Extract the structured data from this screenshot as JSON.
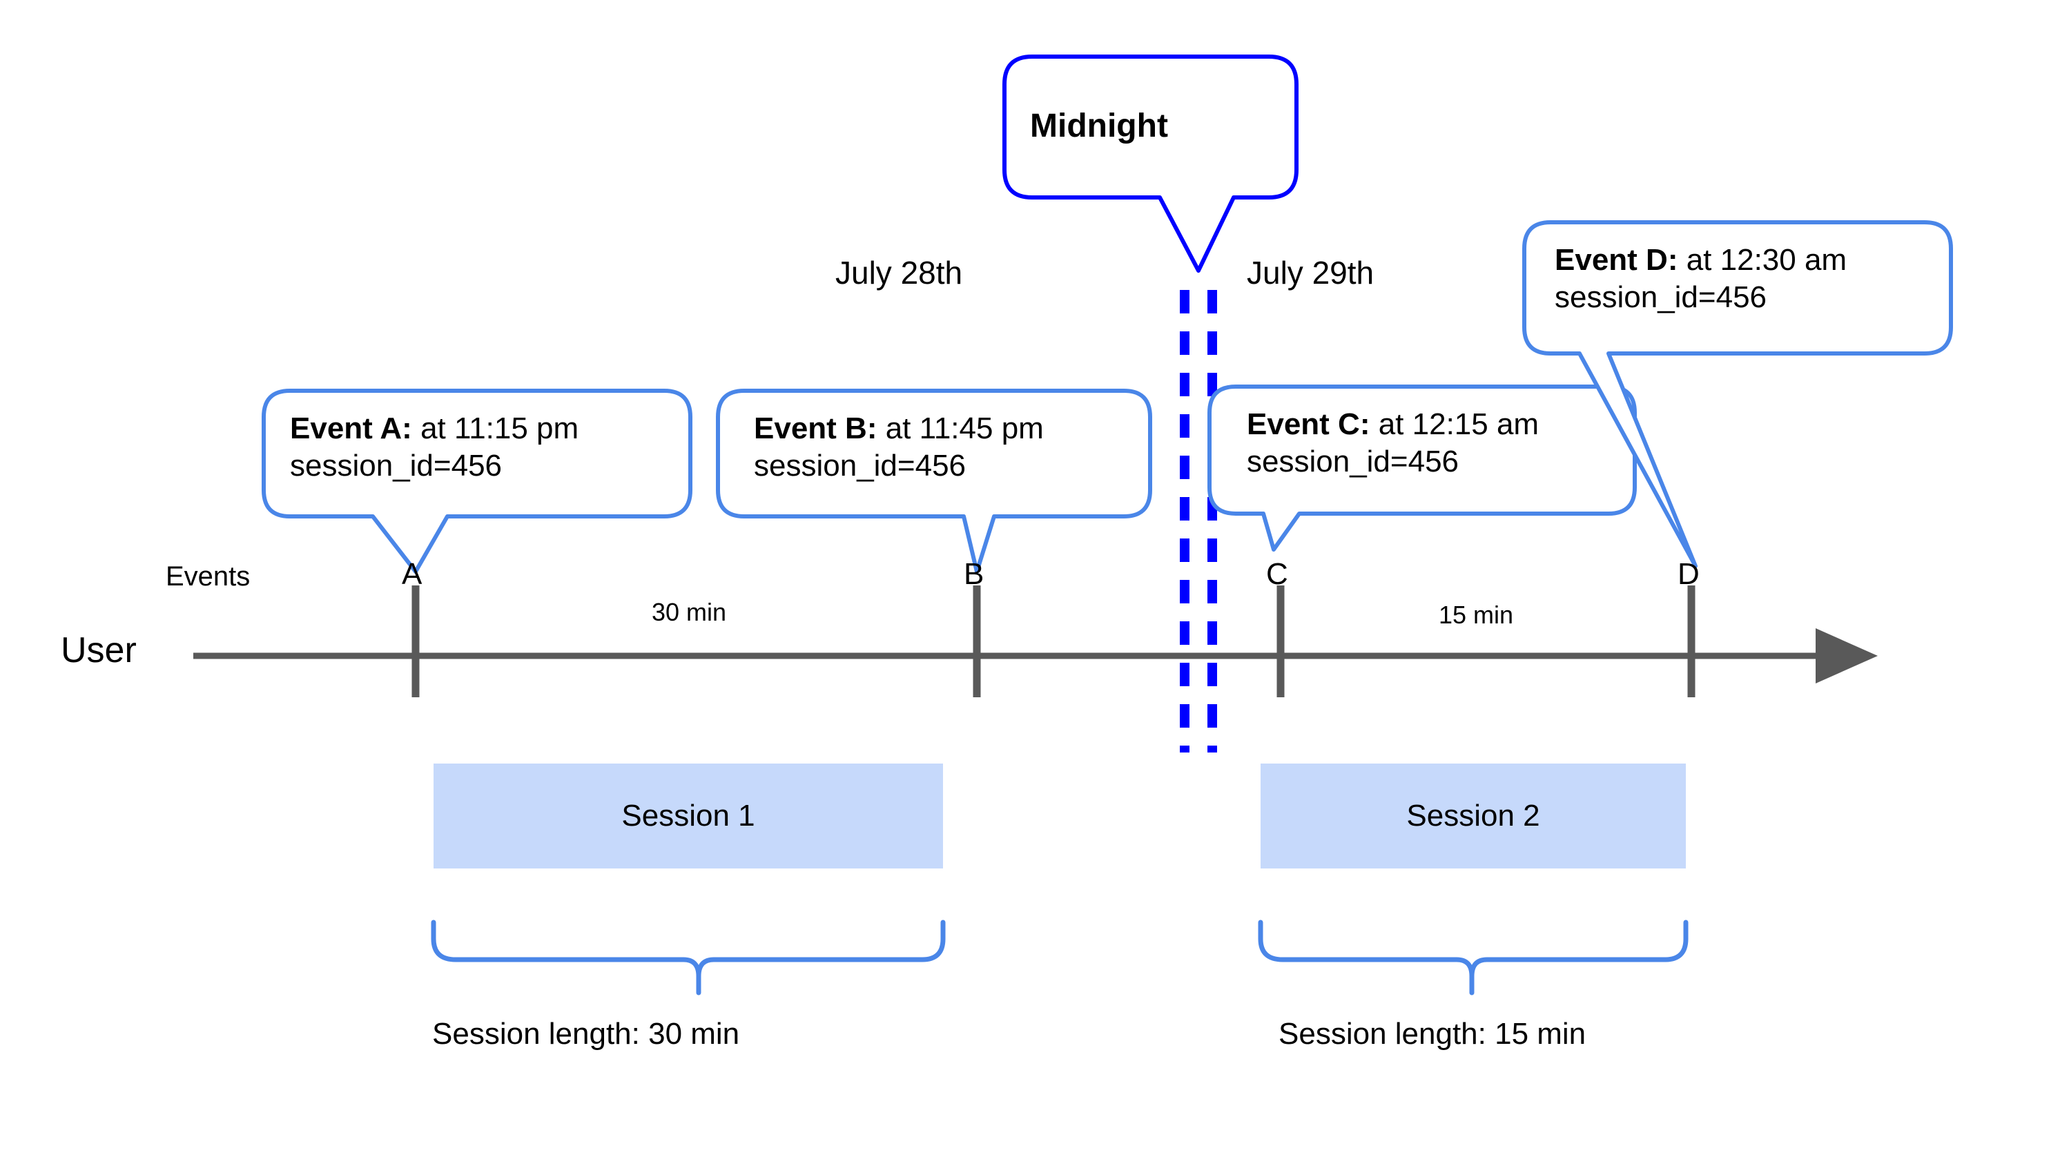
{
  "diagram": {
    "title_callout": {
      "label": "Midnight"
    },
    "row_labels": {
      "user": "User",
      "events": "Events"
    },
    "dates": {
      "left": "July 28th",
      "right": "July 29th"
    },
    "markers": [
      {
        "id": "A",
        "label": "A"
      },
      {
        "id": "B",
        "label": "B"
      },
      {
        "id": "C",
        "label": "C"
      },
      {
        "id": "D",
        "label": "D"
      }
    ],
    "gaps": [
      {
        "id": "gap-a-b",
        "label": "30 min"
      },
      {
        "id": "gap-c-d",
        "label": "15 min"
      }
    ],
    "event_callouts": [
      {
        "id": "event-a",
        "title": "Event A:",
        "time": " at 11:15 pm",
        "attr": "session_id=456"
      },
      {
        "id": "event-b",
        "title": "Event B:",
        "time": " at 11:45 pm",
        "attr": "session_id=456"
      },
      {
        "id": "event-c",
        "title": "Event C:",
        "time": " at 12:15 am",
        "attr": "session_id=456"
      },
      {
        "id": "event-d",
        "title": "Event D:",
        "time": " at 12:30 am",
        "attr": "session_id=456"
      }
    ],
    "sessions": [
      {
        "id": "session-1",
        "label": "Session 1",
        "length_label": "Session length: 30 min"
      },
      {
        "id": "session-2",
        "label": "Session 2",
        "length_label": "Session length: 15 min"
      }
    ],
    "colors": {
      "callout_border": "#4a86e8",
      "midnight_border": "#0000ff",
      "midnight_dash": "#0000ff",
      "axis": "#595959",
      "session_fill": "#c6d9fb",
      "brace": "#4a86e8",
      "text": "#000000"
    }
  }
}
